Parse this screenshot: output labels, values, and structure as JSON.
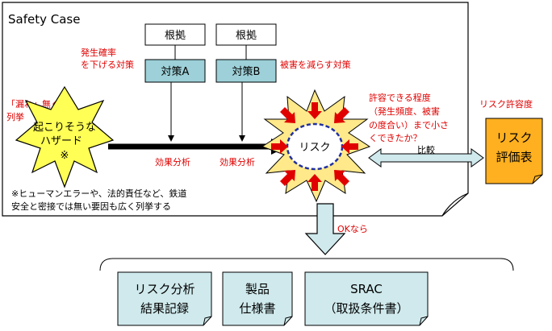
{
  "case_title": "Safety Case",
  "evidence_a": "根拠",
  "evidence_b": "根拠",
  "measure_a": "対策A",
  "measure_b": "対策B",
  "note_prob_line1": "発生確率",
  "note_prob_line2": "を下げる対策",
  "note_damage": "被害を減らす対策",
  "note_list_line1": "「漏れ」無く",
  "note_list_line2": "列挙",
  "hazard_line1": "起こりそうな",
  "hazard_line2": "ハザード",
  "hazard_mark": "※",
  "effect_a": "効果分析",
  "effect_b": "効果分析",
  "risk_label": "リスク",
  "footnote_line1": "※ヒューマンエラーや、法的責任など、鉄道",
  "footnote_line2": "安全と密接では無い要因も広く列挙する",
  "question_line1": "許容できる程度",
  "question_line2": "（発生頻度、被害",
  "question_line3": "の度合い）まで小さ",
  "question_line4": "くできたか？",
  "compare_label": "比較",
  "tolerance_title": "リスク許容度",
  "tolerance_line1": "リスク",
  "tolerance_line2": "評価表",
  "ok_label": "OKなら",
  "outputs": [
    {
      "line1": "リスク分析",
      "line2": "結果記録"
    },
    {
      "line1": "製品",
      "line2": "仕様書"
    },
    {
      "line1": "SRAC",
      "line2": "（取扱条件書）"
    }
  ],
  "colors": {
    "red_text": "#e00000",
    "measure_fill": "#9dd0d8",
    "star_fill": "#ffff55",
    "burst_fill": "#ffe98a",
    "tolerance_fill": "#ffb020",
    "output_fill": "#cfe9ec",
    "arrow_fill": "#cfe9ec",
    "circle_stroke": "#2030a0"
  }
}
